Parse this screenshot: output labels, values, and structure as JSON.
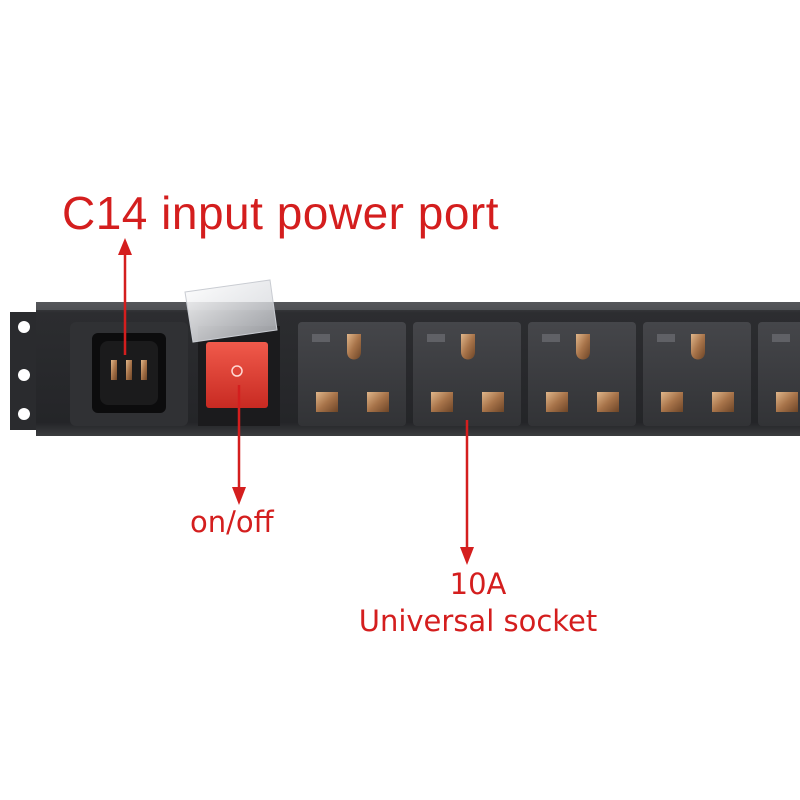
{
  "labels": {
    "input_port": "C14 input power port",
    "switch": "on/off",
    "socket_rating": "10A",
    "socket_type": "Universal socket"
  },
  "colors": {
    "label_red": "#d41e1e",
    "strip_body": "#2a2b2d",
    "socket_face": "#3a3b3e",
    "switch_red": "#e0382e",
    "brass": "#b8865a"
  },
  "icons": {
    "input": "c14-inlet-icon",
    "switch": "rocker-switch-icon",
    "socket": "universal-socket-icon"
  }
}
